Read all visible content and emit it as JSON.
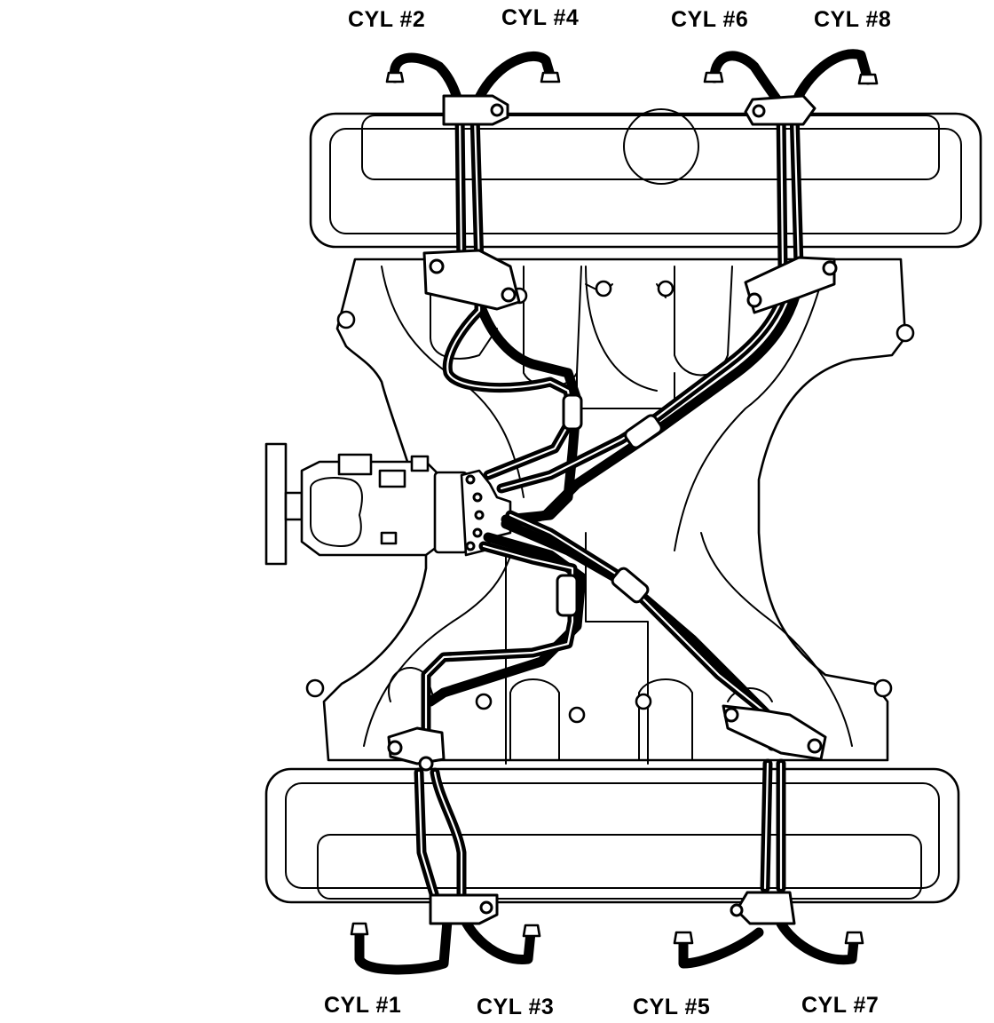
{
  "labels": {
    "cyl2": "CYL #2",
    "cyl4": "CYL #4",
    "cyl6": "CYL #6",
    "cyl8": "CYL #8",
    "cyl1": "CYL #1",
    "cyl3": "CYL #3",
    "cyl5": "CYL #5",
    "cyl7": "CYL #7"
  }
}
